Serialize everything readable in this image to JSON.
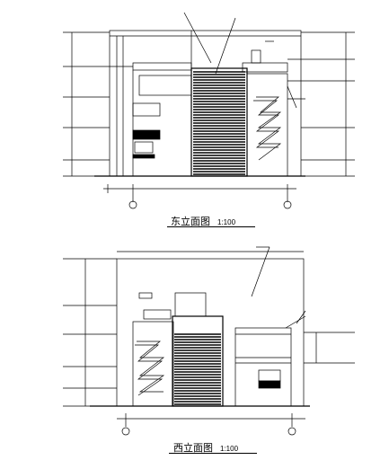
{
  "east_elevation": {
    "caption": "东立面图",
    "scale": "1:100"
  },
  "west_elevation": {
    "caption": "西立面图",
    "scale": "1:100"
  }
}
